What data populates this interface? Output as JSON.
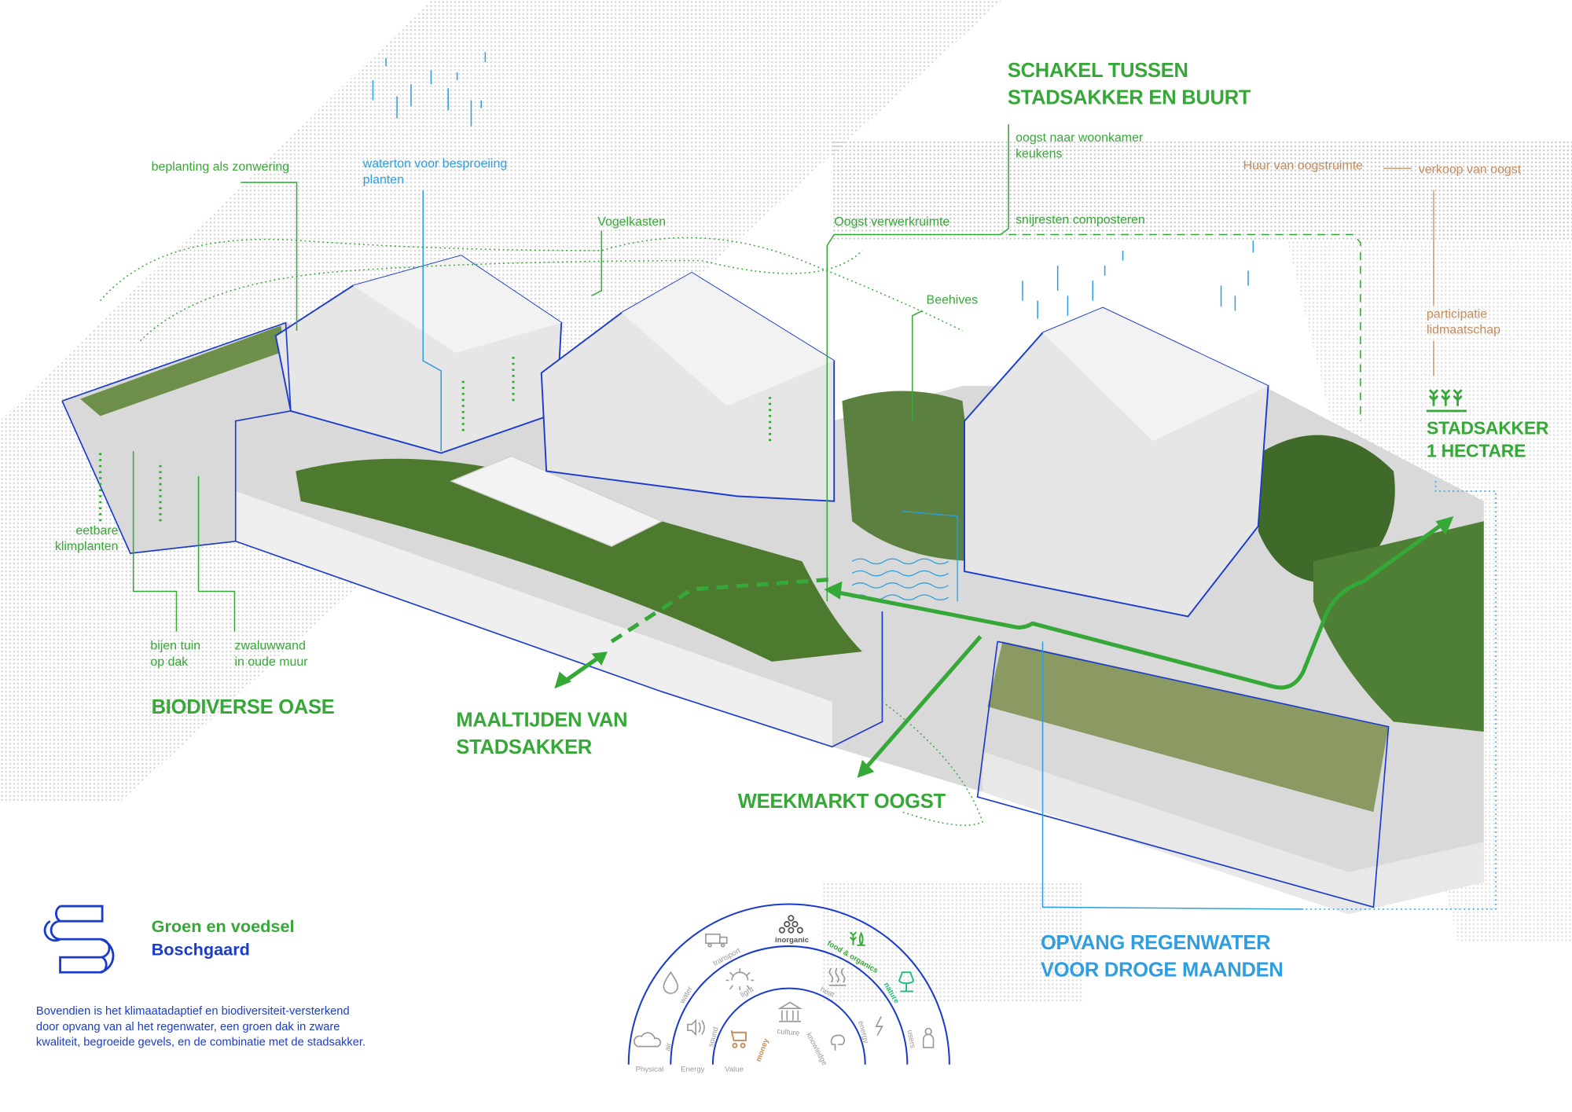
{
  "colors": {
    "green": "#36a837",
    "blue_water": "#2f9ee0",
    "navy": "#1a3ccc",
    "tan": "#c48c5a",
    "gray": "#9a9a9a",
    "nature": "#1fbf7a"
  },
  "headings": {
    "schakel": [
      "SCHAKEL TUSSEN",
      "STADSAKKER EN BUURT"
    ],
    "stadsakker": [
      "STADSAKKER",
      "1 HECTARE"
    ],
    "biodiverse": "BIODIVERSE OASE",
    "maaltijden": [
      "MAALTIJDEN VAN",
      "STADSAKKER"
    ],
    "weekmarkt": "WEEKMARKT OOGST",
    "opvang": [
      "OPVANG REGENWATER",
      "VOOR DROGE MAANDEN"
    ]
  },
  "labels": {
    "beplanting": "beplanting als zonwering",
    "waterton": [
      "waterton voor besproeiing",
      "planten"
    ],
    "vogelkasten": "Vogelkasten",
    "oogst_verwerk": "Oogst verwerkruimte",
    "oogst_woonkamer": [
      "oogst naar woonkamer",
      "keukens"
    ],
    "snijresten": "snijresten composteren",
    "beehives": "Beehives",
    "huur": "Huur van oogstruimte",
    "verkoop": "verkoop van oogst",
    "participatie": [
      "participatie",
      "lidmaatschap"
    ],
    "eetbare": [
      "eetbare",
      "klimplanten"
    ],
    "bijen": [
      "bijen tuin",
      "op dak"
    ],
    "zwaluw": [
      "zwaluwwand",
      "in oude muur"
    ]
  },
  "legend": {
    "title": "Groen en voedsel",
    "subtitle": "Boschgaard",
    "paragraph": [
      "Bovendien is het klimaatadaptief en biodiversiteit-versterkend",
      "door opvang van al het regenwater, een groen dak in zware",
      "kwaliteit, begroeide gevels, en de combinatie met de stadsakker."
    ]
  },
  "flow_diagram": {
    "rings": [
      "Physical",
      "Energy",
      "Value"
    ],
    "items": {
      "inorganic": "inorganic",
      "transport": "transport",
      "food": "food & organics",
      "water": "water",
      "light": "light",
      "heat": "heat",
      "nature": "nature",
      "sound": "sound",
      "culture": "culture",
      "energy": "energy",
      "users": "users",
      "air": "air",
      "money": "money",
      "knowledge": "knowledge"
    },
    "highlighted": [
      "inorganic",
      "food & organics",
      "nature",
      "money"
    ]
  }
}
